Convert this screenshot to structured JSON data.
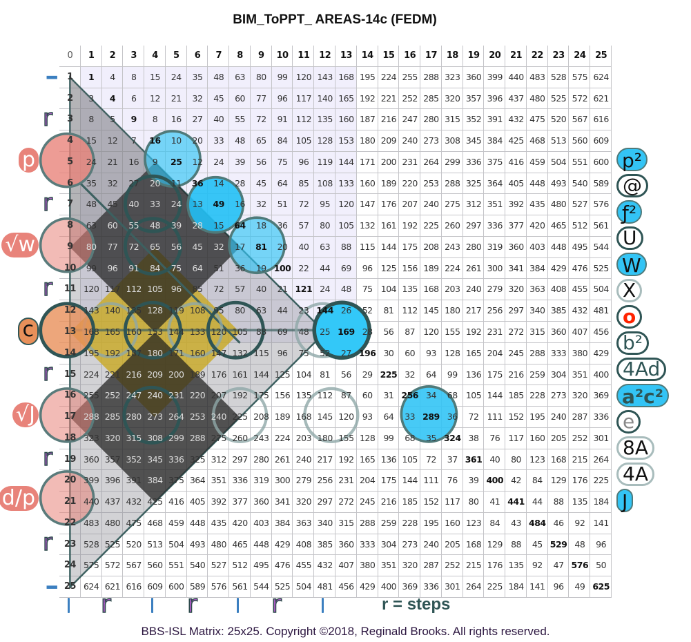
{
  "title": "BIM_ToPPT_ AREAS-14c (FEDM)",
  "footer": "BBS-ISL Matrix: 25x25. Copyright ©2018, Reginald Brooks. All rights reserved.",
  "legend": "r = steps",
  "step_mark": "r",
  "colors": {
    "blue": "#33c4f5",
    "pink": "#e8837a",
    "yellow": "#c9a922",
    "dark": "#222222",
    "teal": "#2f5555",
    "purple": "#b05ac8",
    "lavender": "#f1effc"
  },
  "matrix": {
    "column_headers": [
      "0",
      "1",
      "2",
      "3",
      "4",
      "5",
      "6",
      "7",
      "8",
      "9",
      "10",
      "11",
      "12",
      "13",
      "14",
      "15",
      "16",
      "17",
      "18",
      "19",
      "20",
      "21",
      "22",
      "23",
      "24",
      "25"
    ],
    "row_headers": [
      "1",
      "2",
      "3",
      "4",
      "5",
      "6",
      "7",
      "8",
      "9",
      "10",
      "11",
      "12",
      "13",
      "14",
      "15",
      "16",
      "17",
      "18",
      "19",
      "20",
      "21",
      "22",
      "23",
      "24",
      "25"
    ],
    "rows": [
      [
        1,
        4,
        8,
        15,
        24,
        35,
        48,
        63,
        80,
        99,
        120,
        143,
        168,
        195,
        224,
        255,
        288,
        323,
        360,
        399,
        440,
        483,
        528,
        575,
        624
      ],
      [
        3,
        4,
        6,
        12,
        21,
        32,
        45,
        60,
        77,
        96,
        117,
        140,
        165,
        192,
        221,
        252,
        285,
        320,
        357,
        396,
        437,
        480,
        525,
        572,
        621
      ],
      [
        8,
        5,
        9,
        8,
        16,
        27,
        40,
        55,
        72,
        91,
        112,
        135,
        160,
        187,
        216,
        247,
        280,
        315,
        352,
        391,
        432,
        475,
        520,
        567,
        616
      ],
      [
        15,
        12,
        7,
        16,
        10,
        20,
        33,
        48,
        65,
        84,
        105,
        128,
        153,
        180,
        209,
        240,
        273,
        308,
        345,
        384,
        425,
        468,
        513,
        560,
        609
      ],
      [
        24,
        21,
        16,
        9,
        25,
        12,
        24,
        39,
        56,
        75,
        96,
        119,
        144,
        171,
        200,
        231,
        264,
        299,
        336,
        375,
        416,
        459,
        504,
        551,
        600
      ],
      [
        35,
        32,
        27,
        20,
        11,
        36,
        14,
        28,
        45,
        64,
        85,
        108,
        133,
        160,
        189,
        220,
        253,
        288,
        325,
        364,
        405,
        448,
        493,
        540,
        589
      ],
      [
        48,
        45,
        40,
        33,
        24,
        13,
        49,
        16,
        32,
        51,
        72,
        95,
        120,
        147,
        176,
        207,
        240,
        275,
        312,
        351,
        392,
        435,
        480,
        527,
        576
      ],
      [
        63,
        60,
        55,
        48,
        39,
        28,
        15,
        64,
        18,
        36,
        57,
        80,
        105,
        132,
        161,
        192,
        225,
        260,
        297,
        336,
        377,
        420,
        465,
        512,
        561
      ],
      [
        80,
        77,
        72,
        65,
        56,
        45,
        32,
        17,
        81,
        20,
        40,
        63,
        88,
        115,
        144,
        175,
        208,
        243,
        280,
        319,
        360,
        403,
        448,
        495,
        544
      ],
      [
        99,
        96,
        91,
        84,
        75,
        64,
        51,
        36,
        19,
        100,
        22,
        44,
        69,
        96,
        125,
        156,
        189,
        224,
        261,
        300,
        341,
        384,
        429,
        476,
        525
      ],
      [
        120,
        117,
        112,
        105,
        96,
        85,
        72,
        57,
        40,
        21,
        121,
        24,
        48,
        75,
        104,
        135,
        168,
        203,
        240,
        279,
        320,
        363,
        408,
        455,
        504
      ],
      [
        143,
        140,
        135,
        128,
        119,
        108,
        95,
        80,
        63,
        44,
        23,
        144,
        26,
        52,
        81,
        112,
        145,
        180,
        217,
        256,
        297,
        340,
        385,
        432,
        481
      ],
      [
        168,
        165,
        160,
        153,
        144,
        133,
        120,
        105,
        88,
        69,
        48,
        25,
        169,
        28,
        56,
        87,
        120,
        155,
        192,
        231,
        272,
        315,
        360,
        407,
        456
      ],
      [
        195,
        192,
        187,
        180,
        171,
        160,
        147,
        132,
        115,
        96,
        75,
        52,
        27,
        196,
        30,
        60,
        93,
        128,
        165,
        204,
        245,
        288,
        333,
        380,
        429
      ],
      [
        224,
        221,
        216,
        209,
        200,
        189,
        176,
        161,
        144,
        125,
        104,
        81,
        56,
        29,
        225,
        32,
        64,
        99,
        136,
        175,
        216,
        259,
        304,
        351,
        400
      ],
      [
        255,
        252,
        247,
        240,
        231,
        220,
        207,
        192,
        175,
        156,
        135,
        112,
        87,
        60,
        31,
        256,
        34,
        68,
        105,
        144,
        185,
        228,
        273,
        320,
        369
      ],
      [
        288,
        285,
        280,
        273,
        264,
        253,
        240,
        225,
        208,
        189,
        168,
        145,
        120,
        93,
        64,
        33,
        289,
        36,
        72,
        111,
        152,
        195,
        240,
        287,
        336
      ],
      [
        323,
        320,
        315,
        308,
        299,
        288,
        275,
        260,
        243,
        224,
        203,
        180,
        155,
        128,
        99,
        68,
        35,
        324,
        38,
        76,
        117,
        160,
        205,
        252,
        301
      ],
      [
        360,
        357,
        352,
        345,
        336,
        325,
        312,
        297,
        280,
        261,
        240,
        217,
        192,
        165,
        136,
        105,
        72,
        37,
        361,
        40,
        80,
        123,
        168,
        215,
        264
      ],
      [
        399,
        396,
        391,
        384,
        375,
        364,
        351,
        336,
        319,
        300,
        279,
        256,
        231,
        204,
        175,
        144,
        111,
        76,
        39,
        400,
        42,
        84,
        129,
        176,
        225
      ],
      [
        440,
        437,
        432,
        425,
        416,
        405,
        392,
        377,
        360,
        341,
        320,
        297,
        272,
        245,
        216,
        185,
        152,
        117,
        80,
        41,
        441,
        44,
        88,
        135,
        184
      ],
      [
        483,
        480,
        475,
        468,
        459,
        448,
        435,
        420,
        403,
        384,
        363,
        340,
        315,
        288,
        259,
        228,
        195,
        160,
        123,
        84,
        43,
        484,
        46,
        92,
        141
      ],
      [
        528,
        525,
        520,
        513,
        504,
        493,
        480,
        465,
        448,
        429,
        408,
        385,
        360,
        333,
        304,
        273,
        240,
        205,
        168,
        129,
        88,
        45,
        529,
        48,
        96
      ],
      [
        575,
        572,
        567,
        560,
        551,
        540,
        527,
        512,
        495,
        476,
        455,
        432,
        407,
        380,
        351,
        320,
        287,
        252,
        215,
        176,
        135,
        92,
        47,
        576,
        50
      ],
      [
        624,
        621,
        616,
        609,
        600,
        589,
        576,
        561,
        544,
        525,
        504,
        481,
        456,
        429,
        400,
        369,
        336,
        301,
        264,
        225,
        184,
        141,
        96,
        49,
        625
      ]
    ]
  },
  "labels": {
    "p_sq": "p²",
    "f_sq": "ƒ²",
    "w": "W",
    "a2c2": "a²c²",
    "j": "J",
    "at": "@",
    "u": "U",
    "x": "X",
    "o": "o",
    "b_sq": "b²",
    "four_ad": "4Ad",
    "e": "e",
    "eight_a": "8A",
    "four_a": "4A",
    "side_p": "p",
    "side_sqrt_w": "√w",
    "side_c": "c",
    "side_sqrt_j": "√J",
    "side_d_over_p": "d/p"
  }
}
